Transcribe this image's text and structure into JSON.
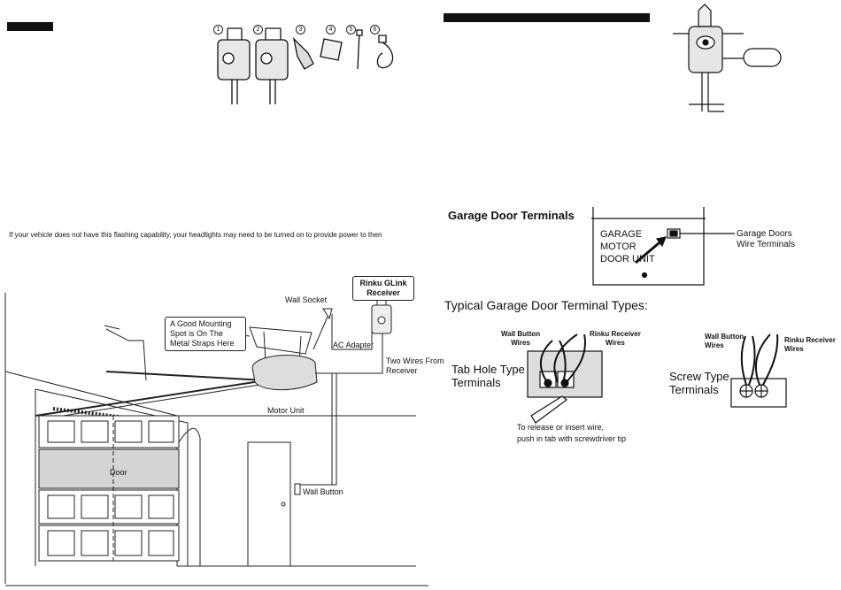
{
  "left_page": {
    "note": "If your vehicle does not have this flashing capability, your headlights may need to be turned on to provide power to then",
    "parts_numbers": [
      "1",
      "2",
      "3",
      "4",
      "5",
      "6"
    ],
    "diagram_labels": {
      "mounting_spot": "A Good Mounting\nSpot is On The\nMetal Straps Here",
      "wall_socket": "Wall Socket",
      "receiver": "Rinku GLink\nReceiver",
      "ac_adapter": "AC Adapter",
      "two_wires": "Two Wires From\nReceiver",
      "motor_unit": "Motor Unit",
      "door": "Door",
      "wall_button": "Wall Button"
    }
  },
  "right_page": {
    "terminals_heading": "Garage Door Terminals",
    "unit_label": "GARAGE\nMOTOR\nDOOR UNIT",
    "wire_terminals": "Garage Doors\nWire Terminals",
    "types_heading": "Typical Garage Door Terminal Types:",
    "tab_hole": {
      "wall_button": "Wall Button\nWires",
      "receiver": "Rinku Receiver\nWires",
      "type": "Tab Hole Type\nTerminals",
      "instruction": "To release or insert wire,\npush in tab with screwdriver tip"
    },
    "screw": {
      "wall_button": "Wall Button\nWires",
      "receiver": "Rinku Receiver\nWires",
      "type": "Screw Type\nTerminals"
    }
  }
}
